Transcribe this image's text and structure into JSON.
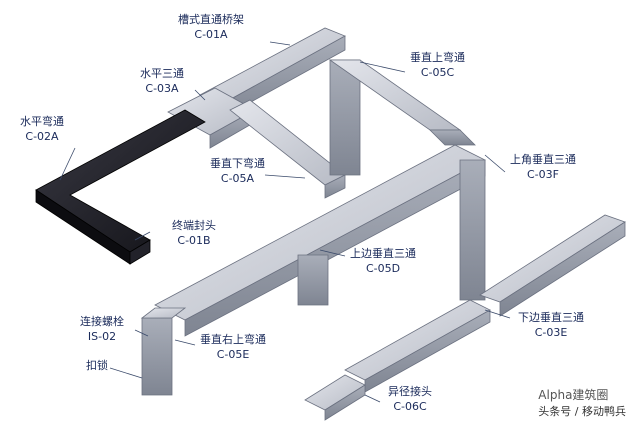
{
  "labels": {
    "c01a": {
      "zh": "槽式直通桥架",
      "code": "C-01A"
    },
    "c03a": {
      "zh": "水平三通",
      "code": "C-03A"
    },
    "c02a": {
      "zh": "水平弯通",
      "code": "C-02A"
    },
    "c05c": {
      "zh": "垂直上弯通",
      "code": "C-05C"
    },
    "c05a": {
      "zh": "垂直下弯通",
      "code": "C-05A"
    },
    "c03f": {
      "zh": "上角垂直三通",
      "code": "C-03F"
    },
    "c01b": {
      "zh": "终端封头",
      "code": "C-01B"
    },
    "c05d": {
      "zh": "上边垂直三通",
      "code": "C-05D"
    },
    "is02": {
      "zh": "连接螺栓",
      "code": "IS-02"
    },
    "c05e": {
      "zh": "垂直右上弯通",
      "code": "C-05E"
    },
    "c03e": {
      "zh": "下边垂直三通",
      "code": "C-03E"
    },
    "kousuo": {
      "zh": "扣锁",
      "code": ""
    },
    "c06c": {
      "zh": "异径接头",
      "code": "C-06C"
    }
  },
  "watermark": {
    "line1": "Alpha建筑圈",
    "line2": "头条号 / 移动鸭兵"
  },
  "colors": {
    "tray": "#c9ccd4",
    "tray_dark": "#8e939e",
    "tray_black": "#1c1c22",
    "label": "#1a2a5a",
    "leader": "#3a4a6a"
  }
}
